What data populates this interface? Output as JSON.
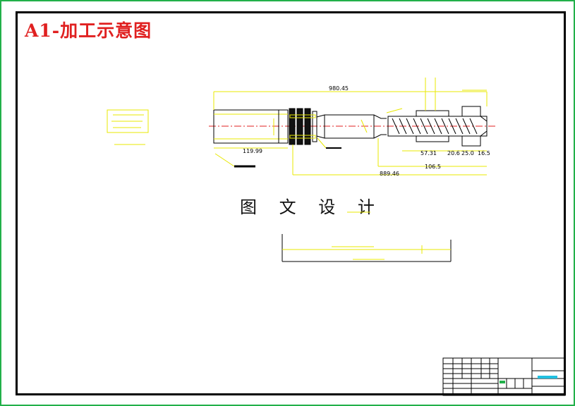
{
  "title": "A1-加工示意图",
  "watermark": "图 文 设 计",
  "dimensions": {
    "overall_length": "980.45",
    "left_length": "119.99",
    "right_span_1": "57.31",
    "right_span_2": "20.6",
    "right_span_3": "25.0",
    "right_span_4": "16.5",
    "right_span_5": "106.5",
    "bottom_span": "889.46"
  },
  "colors": {
    "sheet_border": "#22b04a",
    "frame": "#000000",
    "title": "#e02020",
    "drawing_lines": "#e8e800",
    "centerline": "#e02020",
    "title_block_accent": "#20c0e0"
  }
}
